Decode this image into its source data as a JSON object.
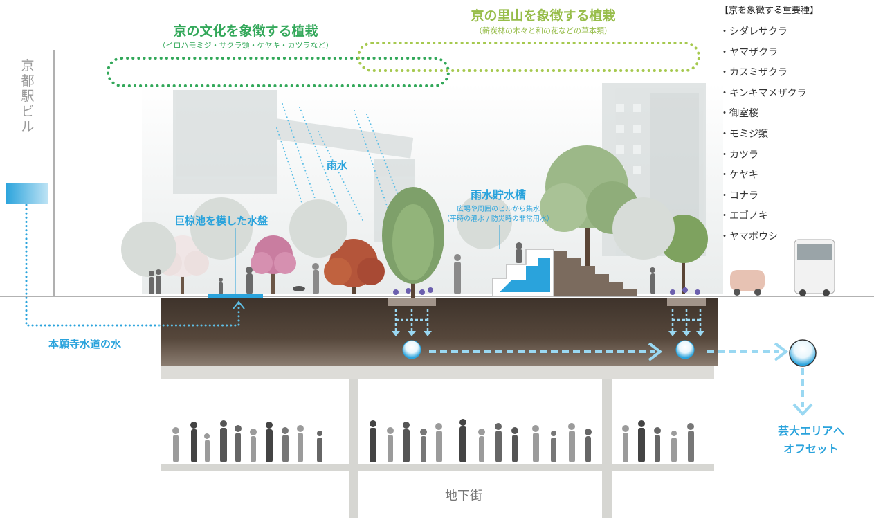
{
  "labels": {
    "culture_title": "京の文化を象徴する植栽",
    "culture_sub": "（イロハモミジ・サクラ類・ケヤキ・カツラなど）",
    "satoyama_title": "京の里山を象徴する植栽",
    "satoyama_sub": "（薪炭林の木々と和の花などの草本類）",
    "station": "京都駅ビル",
    "rain": "雨水",
    "pond": "巨椋池を模した水盤",
    "tank_title": "雨水貯水槽",
    "tank_sub1": "広場や周囲のビルから集水",
    "tank_sub2": "（平時の灌水 / 防災時の非常用水）",
    "honganji": "本願寺水道の水",
    "offset_line1": "芸大エリアへ",
    "offset_line2": "オフセット",
    "underground": "地下街"
  },
  "species": {
    "header": "【京を象徴する重要種】",
    "items": [
      "・シダレサクラ",
      "・ヤマザクラ",
      "・カスミザクラ",
      "・キンキマメザクラ",
      "・御室桜",
      "・モミジ類",
      "・カツラ",
      "・ケヤキ",
      "・コナラ",
      "・エゴノキ",
      "・ヤマボウシ"
    ]
  },
  "colors": {
    "green": "#33a85a",
    "olive": "#97bd4a",
    "water_blue": "#2aa3dc",
    "soil": "#4a3c33",
    "slab": "#d6d6d2"
  }
}
